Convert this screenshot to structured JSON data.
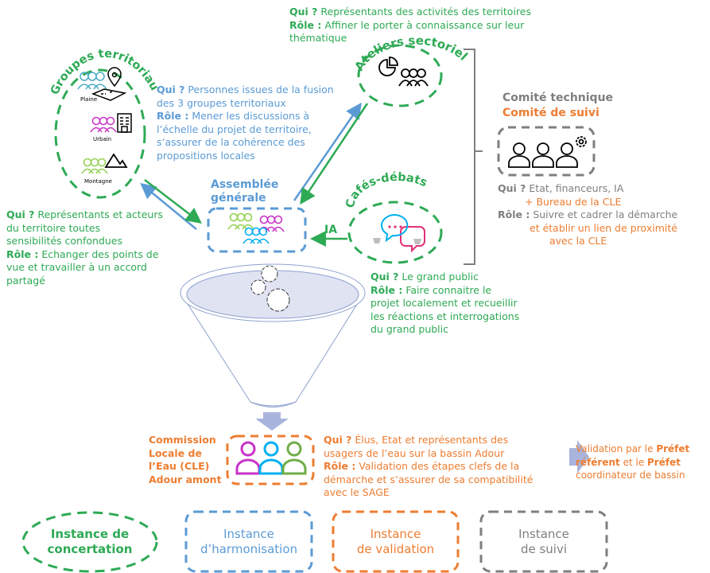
{
  "colors": {
    "green": "#2eaa55",
    "blue": "#5b9bd5",
    "orange": "#ed7d31",
    "grey": "#7f7f7f",
    "funnel_fill": "#dfe3f2",
    "arrow_fill": "#a9b4dc"
  },
  "ateliers": {
    "title": "Ateliers sectoriels",
    "qui_label": "Qui ?",
    "qui_text": "Représentants des activités des territoires",
    "role_label": "Rôle :",
    "role_line1": "Affiner le porter à connaissance sur leur",
    "role_line2": "thématique",
    "icon": "pie-chart-people-icon"
  },
  "groupes": {
    "title": "Groupes territoriaux",
    "items": [
      {
        "label": "Plaine",
        "icon": "map-pin-icon"
      },
      {
        "label": "Urbain",
        "icon": "building-icon"
      },
      {
        "label": "Montagne",
        "icon": "mountain-icon"
      }
    ],
    "qui_label": "Qui ?",
    "qui_line1": "Représentants et acteurs",
    "qui_line2": "du territoire toutes",
    "qui_line3": "sensibilités confondues",
    "role_label": "Rôle :",
    "role_line1": "Echanger des points de",
    "role_line2": "vue et travailler à un accord",
    "role_line3": "partagé"
  },
  "assemblee": {
    "title_line1": "Assemblée",
    "title_line2": "générale",
    "qui_label": "Qui ?",
    "qui_line1": "Personnes issues de la fusion",
    "qui_line2": "des 3 groupes territoriaux",
    "role_label": "Rôle :",
    "role_line1": "Mener les discussions à",
    "role_line2": "l’échelle du projet de territoire,",
    "role_line3": "s’assurer de la cohérence des",
    "role_line4": "propositions locales"
  },
  "cafes": {
    "title": "Cafés-débats",
    "arrow_label": "IA",
    "qui_label": "Qui ?",
    "qui_text": "Le grand public",
    "role_label": "Rôle :",
    "role_line1": "Faire connaitre le",
    "role_line2": "projet localement et recueillir",
    "role_line3": "les réactions et interrogations",
    "role_line4": "du grand public"
  },
  "comite": {
    "title_grey": "Comité technique",
    "title_orange": "Comité de suivi",
    "qui_label": "Qui ?",
    "qui_text": "Etat, financeurs, IA",
    "qui_extra": "+ Bureau de la CLE",
    "role_label": "Rôle :",
    "role_text": "Suivre et cadrer la démarche",
    "role_extra_line1": "et établir un lien de proximité",
    "role_extra_line2": "avec la CLE"
  },
  "cle": {
    "name_line1": "Commission",
    "name_line2": "Locale de",
    "name_line3": "l’Eau (CLE)",
    "name_line4": "Adour amont",
    "qui_label": "Qui ?",
    "qui_line1": "Élus, Etat et représentants des",
    "qui_line2": "usagers de l’eau sur la bassin Adour",
    "role_label": "Rôle :",
    "role_line1": "Validation des étapes clefs de la",
    "role_line2": "démarche et s’assurer de sa compatibilité",
    "role_line3": "avec le SAGE"
  },
  "validation": {
    "line1_a": "Validation par le ",
    "line1_b": "Préfet",
    "line2_a": "référent",
    "line2_b": " et le ",
    "line2_c": "Préfet",
    "line3": "coordinateur de bassin"
  },
  "legend": [
    {
      "line1": "Instance de",
      "line2": "concertation",
      "color": "green",
      "shape": "ellipse"
    },
    {
      "line1": "Instance",
      "line2": "d’harmonisation",
      "color": "blue",
      "shape": "rounded-rect"
    },
    {
      "line1": "Instance",
      "line2": "de validation",
      "color": "orange",
      "shape": "rounded-rect"
    },
    {
      "line1": "Instance",
      "line2": "de suivi",
      "color": "grey",
      "shape": "rounded-rect"
    }
  ]
}
